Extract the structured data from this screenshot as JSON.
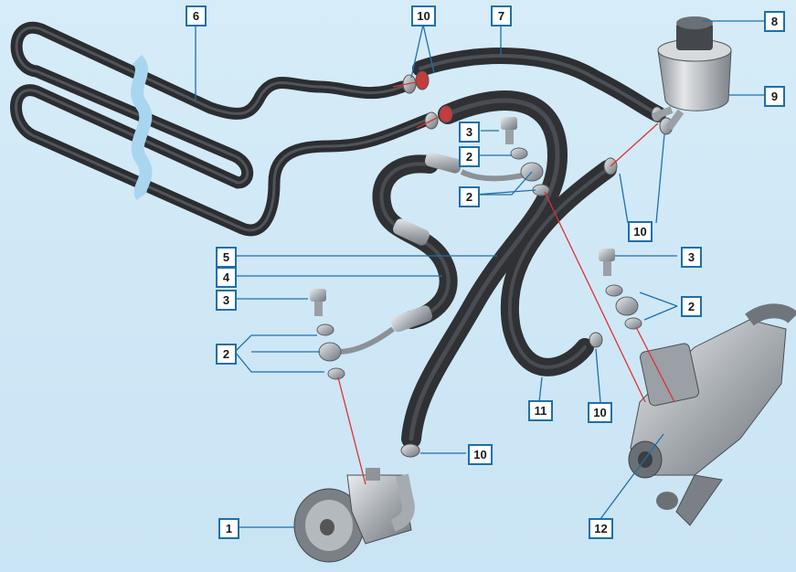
{
  "diagram": {
    "callouts": [
      {
        "id": "c1",
        "text": "1"
      },
      {
        "id": "c2a",
        "text": "2"
      },
      {
        "id": "c2b",
        "text": "2"
      },
      {
        "id": "c2c",
        "text": "2"
      },
      {
        "id": "c2d",
        "text": "2"
      },
      {
        "id": "c3a",
        "text": "3"
      },
      {
        "id": "c3b",
        "text": "3"
      },
      {
        "id": "c3c",
        "text": "3"
      },
      {
        "id": "c4",
        "text": "4"
      },
      {
        "id": "c5",
        "text": "5"
      },
      {
        "id": "c6",
        "text": "6"
      },
      {
        "id": "c7",
        "text": "7"
      },
      {
        "id": "c8",
        "text": "8"
      },
      {
        "id": "c9",
        "text": "9"
      },
      {
        "id": "c10a",
        "text": "10"
      },
      {
        "id": "c10b",
        "text": "10"
      },
      {
        "id": "c10c",
        "text": "10"
      },
      {
        "id": "c10d",
        "text": "10"
      },
      {
        "id": "c11",
        "text": "11"
      },
      {
        "id": "c12",
        "text": "12"
      }
    ]
  }
}
